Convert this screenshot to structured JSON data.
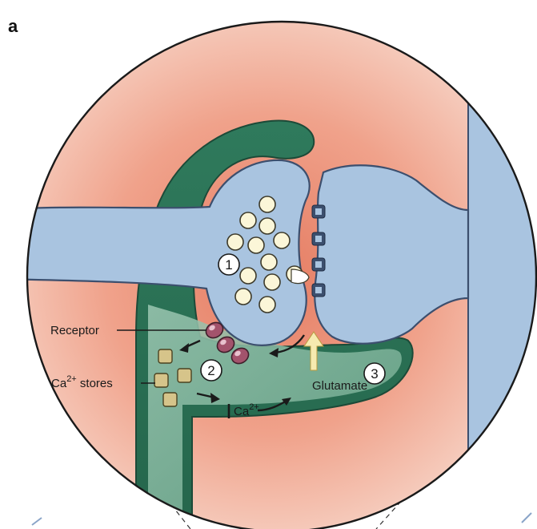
{
  "figure": {
    "panel_letter": "a",
    "labels": {
      "receptor": "Receptor",
      "ca_stores_main": "Ca",
      "ca_stores_sup": "2+",
      "ca_stores_rest": " stores",
      "glutamate": "Glutamate",
      "ca_flux_main": "Ca",
      "ca_flux_sup": "2+"
    },
    "step_markers": [
      "1",
      "2",
      "3"
    ]
  },
  "colors": {
    "neuron_blue": "#a9c4e0",
    "neuron_outline": "#3c4f6e",
    "astrocyte_green": "#2f7a5c",
    "astrocyte_light": "#7fb59b",
    "cleft_salmon": "#e9795f",
    "background_pink": "#f3c3b3",
    "vesicle": "#fbf6d8",
    "ca_store": "#d6c48a",
    "receptor": "#a3536c",
    "glutamate_arrow": "#f6eab0"
  }
}
